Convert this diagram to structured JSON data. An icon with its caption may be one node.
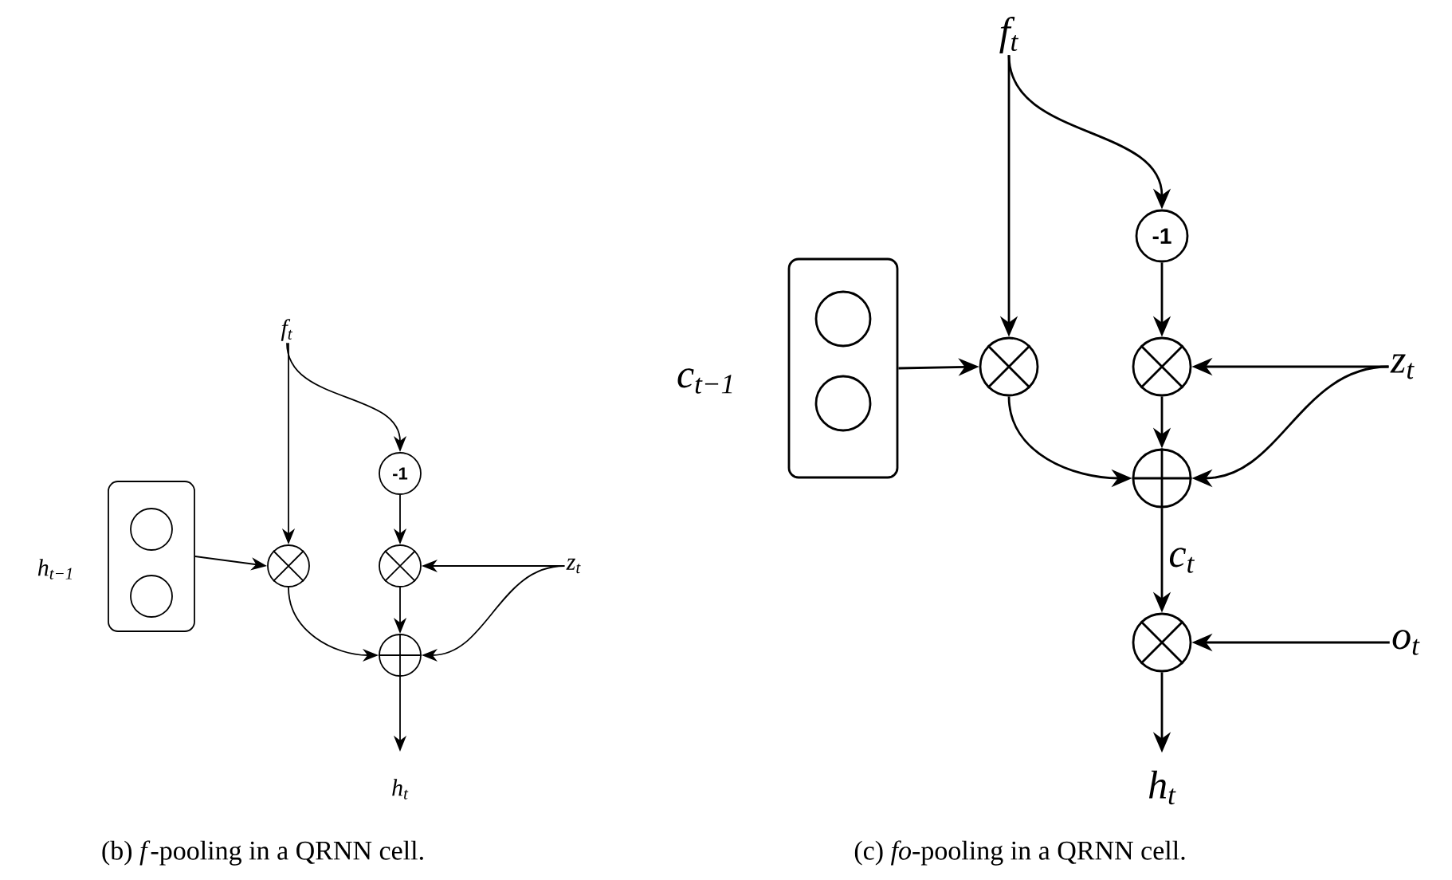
{
  "diagram": {
    "nodes": [
      {
        "text": [
          "f$_{t}$"
        ]
      },
      {
        "text": [],
        "shape": "box",
        "beside": [
          "h$_{t−1}$"
        ]
      },
      {
        "text": [],
        "shape": "circle",
        "in": 1
      },
      {
        "text": [],
        "shape": "circle",
        "in": 1
      },
      {
        "text": [
          "-1"
        ]
      },
      {
        "text": [],
        "shape": "circle"
      },
      {
        "text": [],
        "shape": "circle"
      },
      {
        "text": [],
        "shape": "circle"
      },
      {
        "text": [
          "z$_{t}$"
        ]
      },
      {
        "text": [
          "h$_{t}$"
        ]
      },
      {
        "text": [
          "f$_{t}$"
        ]
      },
      {
        "text": [],
        "shape": "box",
        "beside": [
          "c$_{t−1}$"
        ]
      },
      {
        "text": [],
        "shape": "circle",
        "in": 11
      },
      {
        "text": [],
        "shape": "circle",
        "in": 11
      },
      {
        "text": [
          "-1"
        ]
      },
      {
        "text": [],
        "shape": "circle"
      },
      {
        "text": [],
        "shape": "circle"
      },
      {
        "text": [],
        "shape": "circle"
      },
      {
        "text": [
          "z$_{t}$"
        ]
      },
      {
        "text": [],
        "shape": "circle"
      },
      {
        "text": [
          "o$_{t}$"
        ]
      },
      {
        "text": [
          "h$_{t}$"
        ]
      }
    ],
    "edges": [
      {
        "from": 0,
        "to": 5,
        "arrow": "to"
      },
      {
        "from": 0,
        "to": 4,
        "arrow": "to"
      },
      {
        "from": 4,
        "to": 6,
        "arrow": "to"
      },
      {
        "from": 1,
        "to": 5,
        "arrow": "to"
      },
      {
        "from": 8,
        "to": 6,
        "arrow": "to"
      },
      {
        "from": 8,
        "to": 7,
        "arrow": "to"
      },
      {
        "from": 5,
        "to": 7,
        "arrow": "to"
      },
      {
        "from": 6,
        "to": 7,
        "arrow": "to"
      },
      {
        "from": 7,
        "to": 9,
        "arrow": "to"
      },
      {
        "from": 10,
        "to": 15,
        "arrow": "to"
      },
      {
        "from": 10,
        "to": 14,
        "arrow": "to"
      },
      {
        "from": 14,
        "to": 16,
        "arrow": "to"
      },
      {
        "from": 11,
        "to": 15,
        "arrow": "to"
      },
      {
        "from": 18,
        "to": 16,
        "arrow": "to"
      },
      {
        "from": 18,
        "to": 17,
        "arrow": "to"
      },
      {
        "from": 15,
        "to": 17,
        "arrow": "to"
      },
      {
        "from": 16,
        "to": 17,
        "arrow": "to"
      },
      {
        "from": 17,
        "to": 19,
        "arrow": "to",
        "label": "c$_{t}$"
      },
      {
        "from": 20,
        "to": 19,
        "arrow": "to"
      },
      {
        "from": 19,
        "to": 21,
        "arrow": "to"
      }
    ],
    "labels": [
      "(b) *f*-pooling in a QRNN cell.",
      "(c) *fo*-pooling in a QRNN cell."
    ]
  }
}
